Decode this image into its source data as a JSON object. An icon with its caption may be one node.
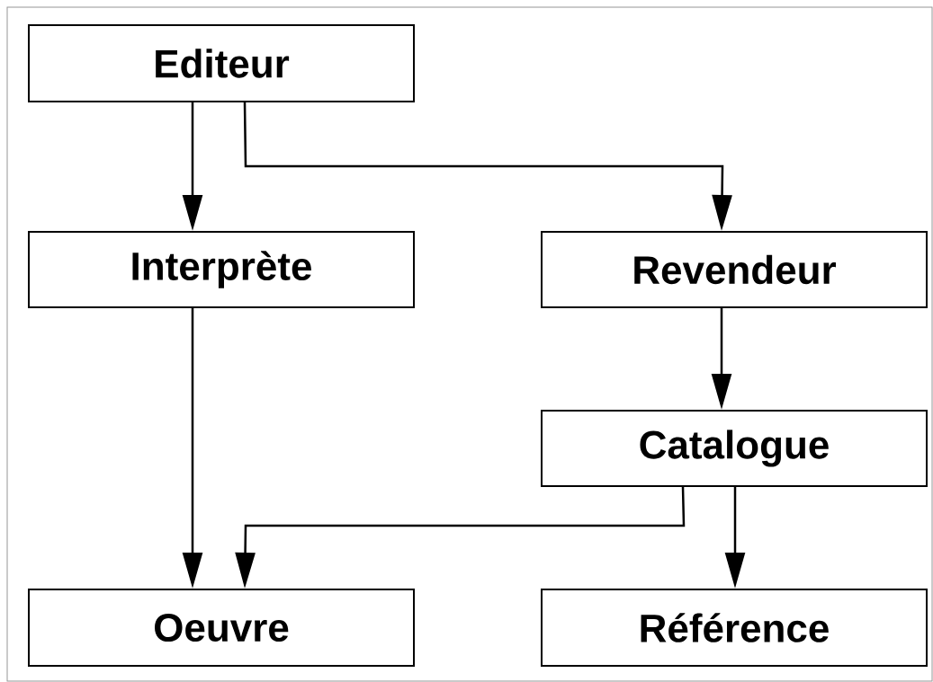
{
  "diagram": {
    "nodes": [
      {
        "text": [
          "Editeur"
        ]
      },
      {
        "text": [
          "Interprète"
        ]
      },
      {
        "text": [
          "Revendeur"
        ]
      },
      {
        "text": [
          "Catalogue"
        ]
      },
      {
        "text": [
          "Oeuvre"
        ]
      },
      {
        "text": [
          "Référence"
        ]
      }
    ],
    "edges": [
      {
        "from": 0,
        "to": 1,
        "arrow": "to"
      },
      {
        "from": 0,
        "to": 2,
        "arrow": "to"
      },
      {
        "from": 1,
        "to": 4,
        "arrow": "to"
      },
      {
        "from": 2,
        "to": 3,
        "arrow": "to"
      },
      {
        "from": 3,
        "to": 4,
        "arrow": "to"
      },
      {
        "from": 3,
        "to": 5,
        "arrow": "to"
      }
    ]
  }
}
